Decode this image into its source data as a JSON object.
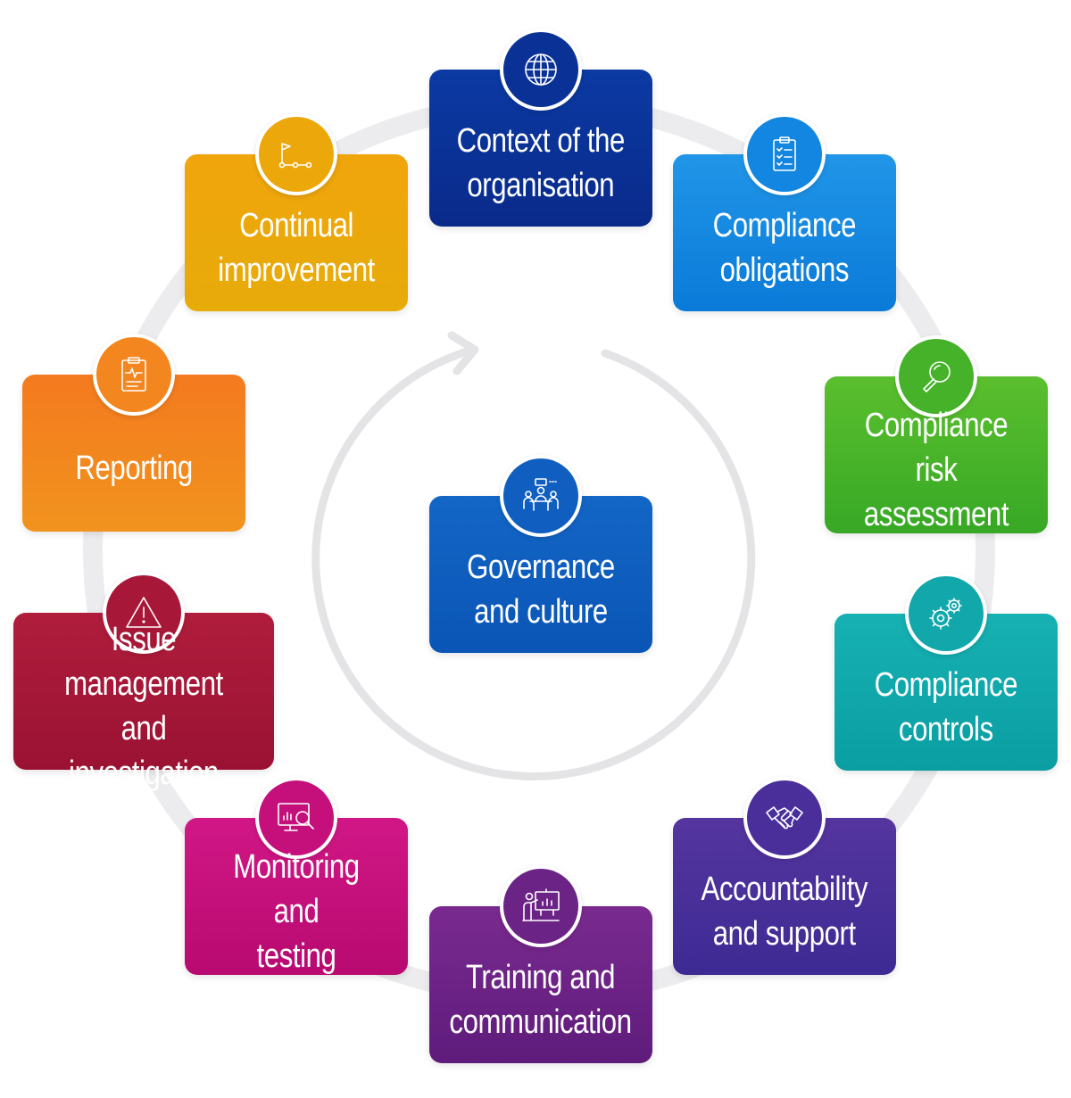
{
  "center": {
    "label": "Governance\nand culture",
    "icon": "meeting-icon",
    "color": "#0f5ec0"
  },
  "elements": [
    {
      "id": "context",
      "label": "Context of the\norganisation",
      "icon": "globe-icon",
      "color": "#0a3296"
    },
    {
      "id": "obligations",
      "label": "Compliance\nobligations",
      "icon": "checklist-icon",
      "color": "#1286e0"
    },
    {
      "id": "risk",
      "label": "Compliance risk\nassessment",
      "icon": "magnifier-icon",
      "color": "#45b22a"
    },
    {
      "id": "controls",
      "label": "Compliance\ncontrols",
      "icon": "gears-icon",
      "color": "#12a8ab"
    },
    {
      "id": "accountability",
      "label": "Accountability\nand support",
      "icon": "handshake-icon",
      "color": "#4a2f9a"
    },
    {
      "id": "training",
      "label": "Training and\ncommunication",
      "icon": "presentation-icon",
      "color": "#6c2386"
    },
    {
      "id": "monitoring",
      "label": "Monitoring and\ntesting",
      "icon": "monitor-search-icon",
      "color": "#c5107c"
    },
    {
      "id": "issue",
      "label": "Issue management\nand investigation",
      "icon": "warning-icon",
      "color": "#a71838"
    },
    {
      "id": "reporting",
      "label": "Reporting",
      "icon": "clipboard-pulse-icon",
      "color": "#f3861e"
    },
    {
      "id": "improvement",
      "label": "Continual\nimprovement",
      "icon": "flag-path-icon",
      "color": "#eca70b"
    }
  ],
  "ring_color": "#ececee",
  "arrow_color": "#e4e4e6"
}
